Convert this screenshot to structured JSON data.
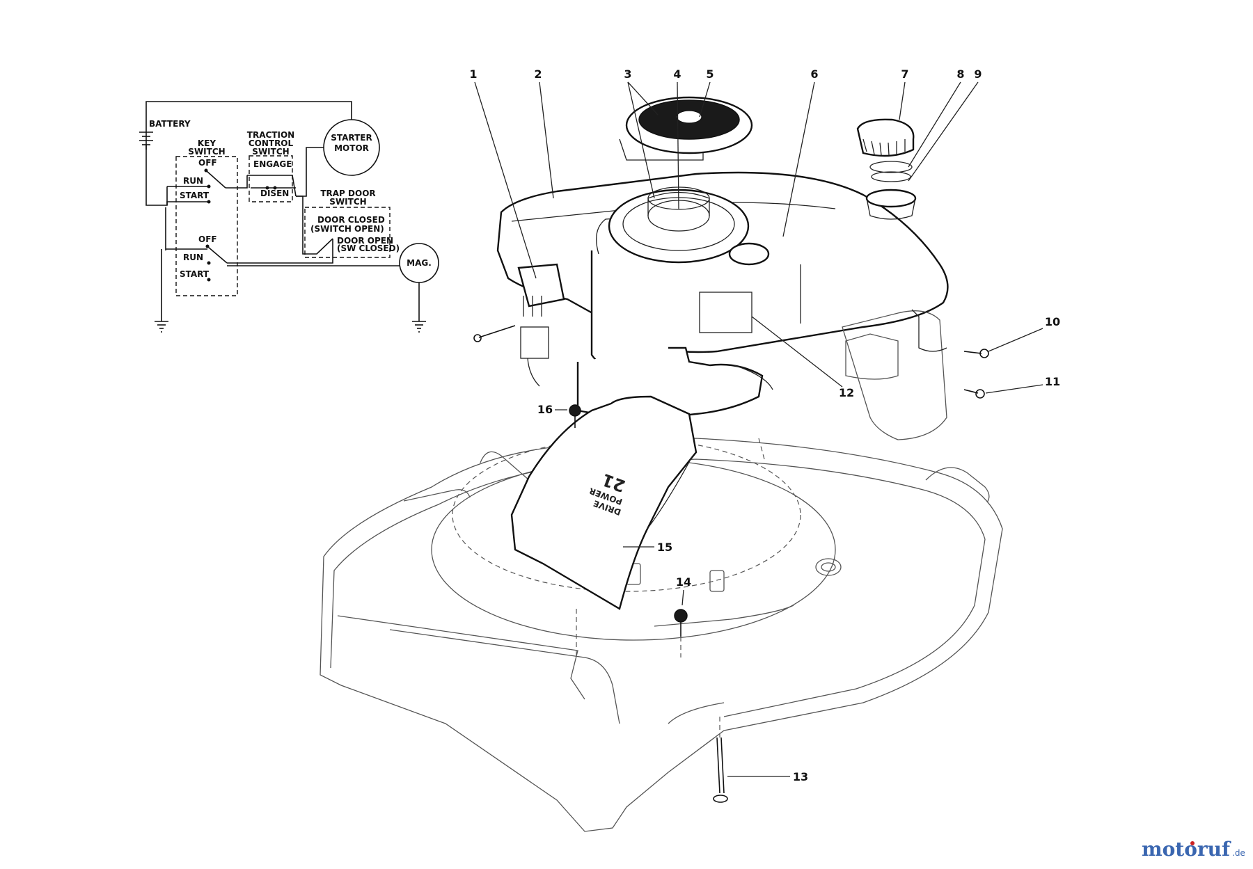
{
  "wiring_diagram": {
    "battery": "BATTERY",
    "starter_motor": [
      "STARTER",
      "MOTOR"
    ],
    "key_switch": [
      "KEY",
      "SWITCH"
    ],
    "traction_control_switch": [
      "TRACTION",
      "CONTROL",
      "SWITCH"
    ],
    "trap_door_switch": [
      "TRAP DOOR",
      "SWITCH"
    ],
    "off_top": "OFF",
    "run_top": "RUN",
    "start_top": "START",
    "engage": "ENGAGE",
    "disen": "DISEN",
    "door_closed": "DOOR CLOSED",
    "switch_open": "(SWITCH OPEN)",
    "door_open": "DOOR OPEN",
    "sw_closed": "(SW CLOSED)",
    "off_bottom": "OFF",
    "run_bottom": "RUN",
    "start_bottom": "START",
    "mag": "MAG."
  },
  "callouts": [
    "1",
    "2",
    "3",
    "4",
    "5",
    "6",
    "7",
    "8",
    "9",
    "10",
    "11",
    "12",
    "13",
    "14",
    "15",
    "16"
  ],
  "shroud_text": [
    "21",
    "POWER",
    "DRIVE"
  ],
  "watermark": {
    "brand": "motoruf",
    "suffix": ".de",
    "brand_color": "#3a66b0",
    "accent_color": "#cc2222"
  }
}
